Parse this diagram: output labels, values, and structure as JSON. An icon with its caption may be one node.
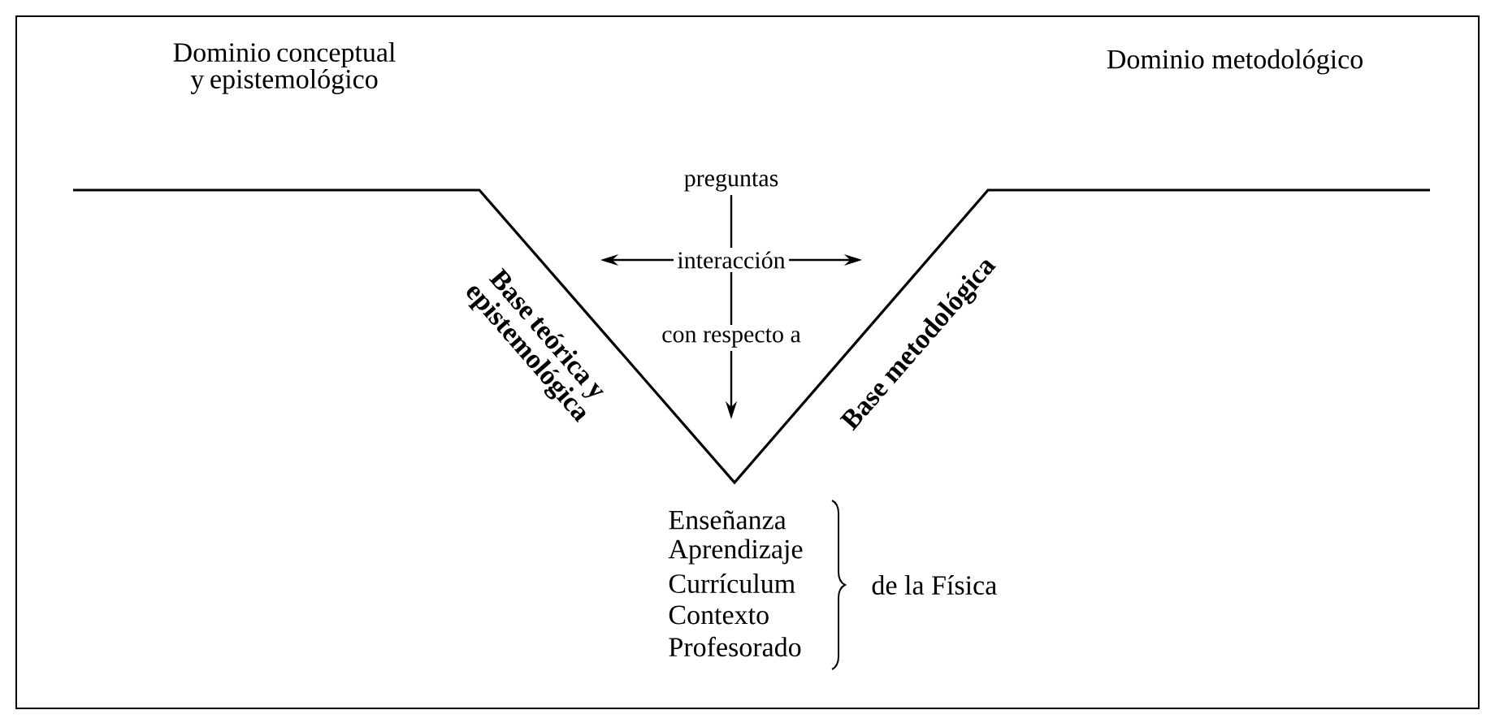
{
  "diagram": {
    "nodes": [
      {
        "text": [
          "preguntas"
        ]
      },
      {
        "text": [
          "interacción"
        ]
      },
      {
        "text": [
          "con respecto a"
        ]
      },
      {
        "text": [
          "Base teórica y epistemológica"
        ]
      },
      {
        "text": [
          "Base metodológica"
        ]
      }
    ],
    "edges": [
      {
        "from": 0,
        "to": 1,
        "arrow": "none"
      },
      {
        "from": 1,
        "to": 2,
        "arrow": "none"
      },
      {
        "from": 2,
        "to": null,
        "arrow": "to"
      },
      {
        "from": 1,
        "to": 3,
        "arrow": "to"
      },
      {
        "from": 1,
        "to": 4,
        "arrow": "to"
      }
    ],
    "labels": [
      "Dominio conceptual y epistemológico",
      "Dominio metodológico",
      "Enseñanza",
      "Aprendizaje",
      "Currículum",
      "Contexto",
      "Profesorado",
      "de la Física"
    ]
  }
}
